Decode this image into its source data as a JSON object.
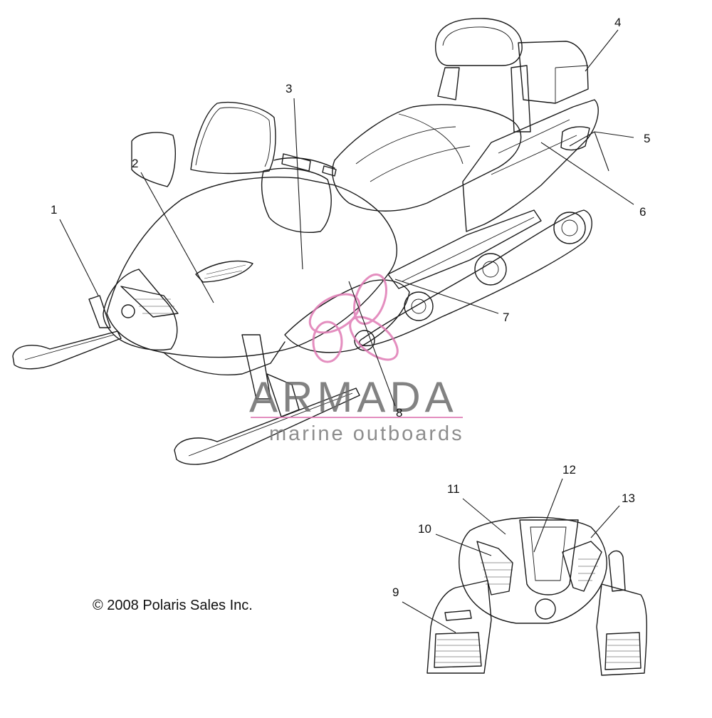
{
  "copyright": "© 2008 Polaris Sales Inc.",
  "watermark": {
    "brand": "ARMADA",
    "tagline": "marine outboards",
    "accent_color": "#e07bb5",
    "text_color": "#6d6d6d"
  },
  "callouts": [
    "1",
    "2",
    "3",
    "4",
    "5",
    "6",
    "7",
    "8",
    "9",
    "10",
    "11",
    "12",
    "13"
  ]
}
